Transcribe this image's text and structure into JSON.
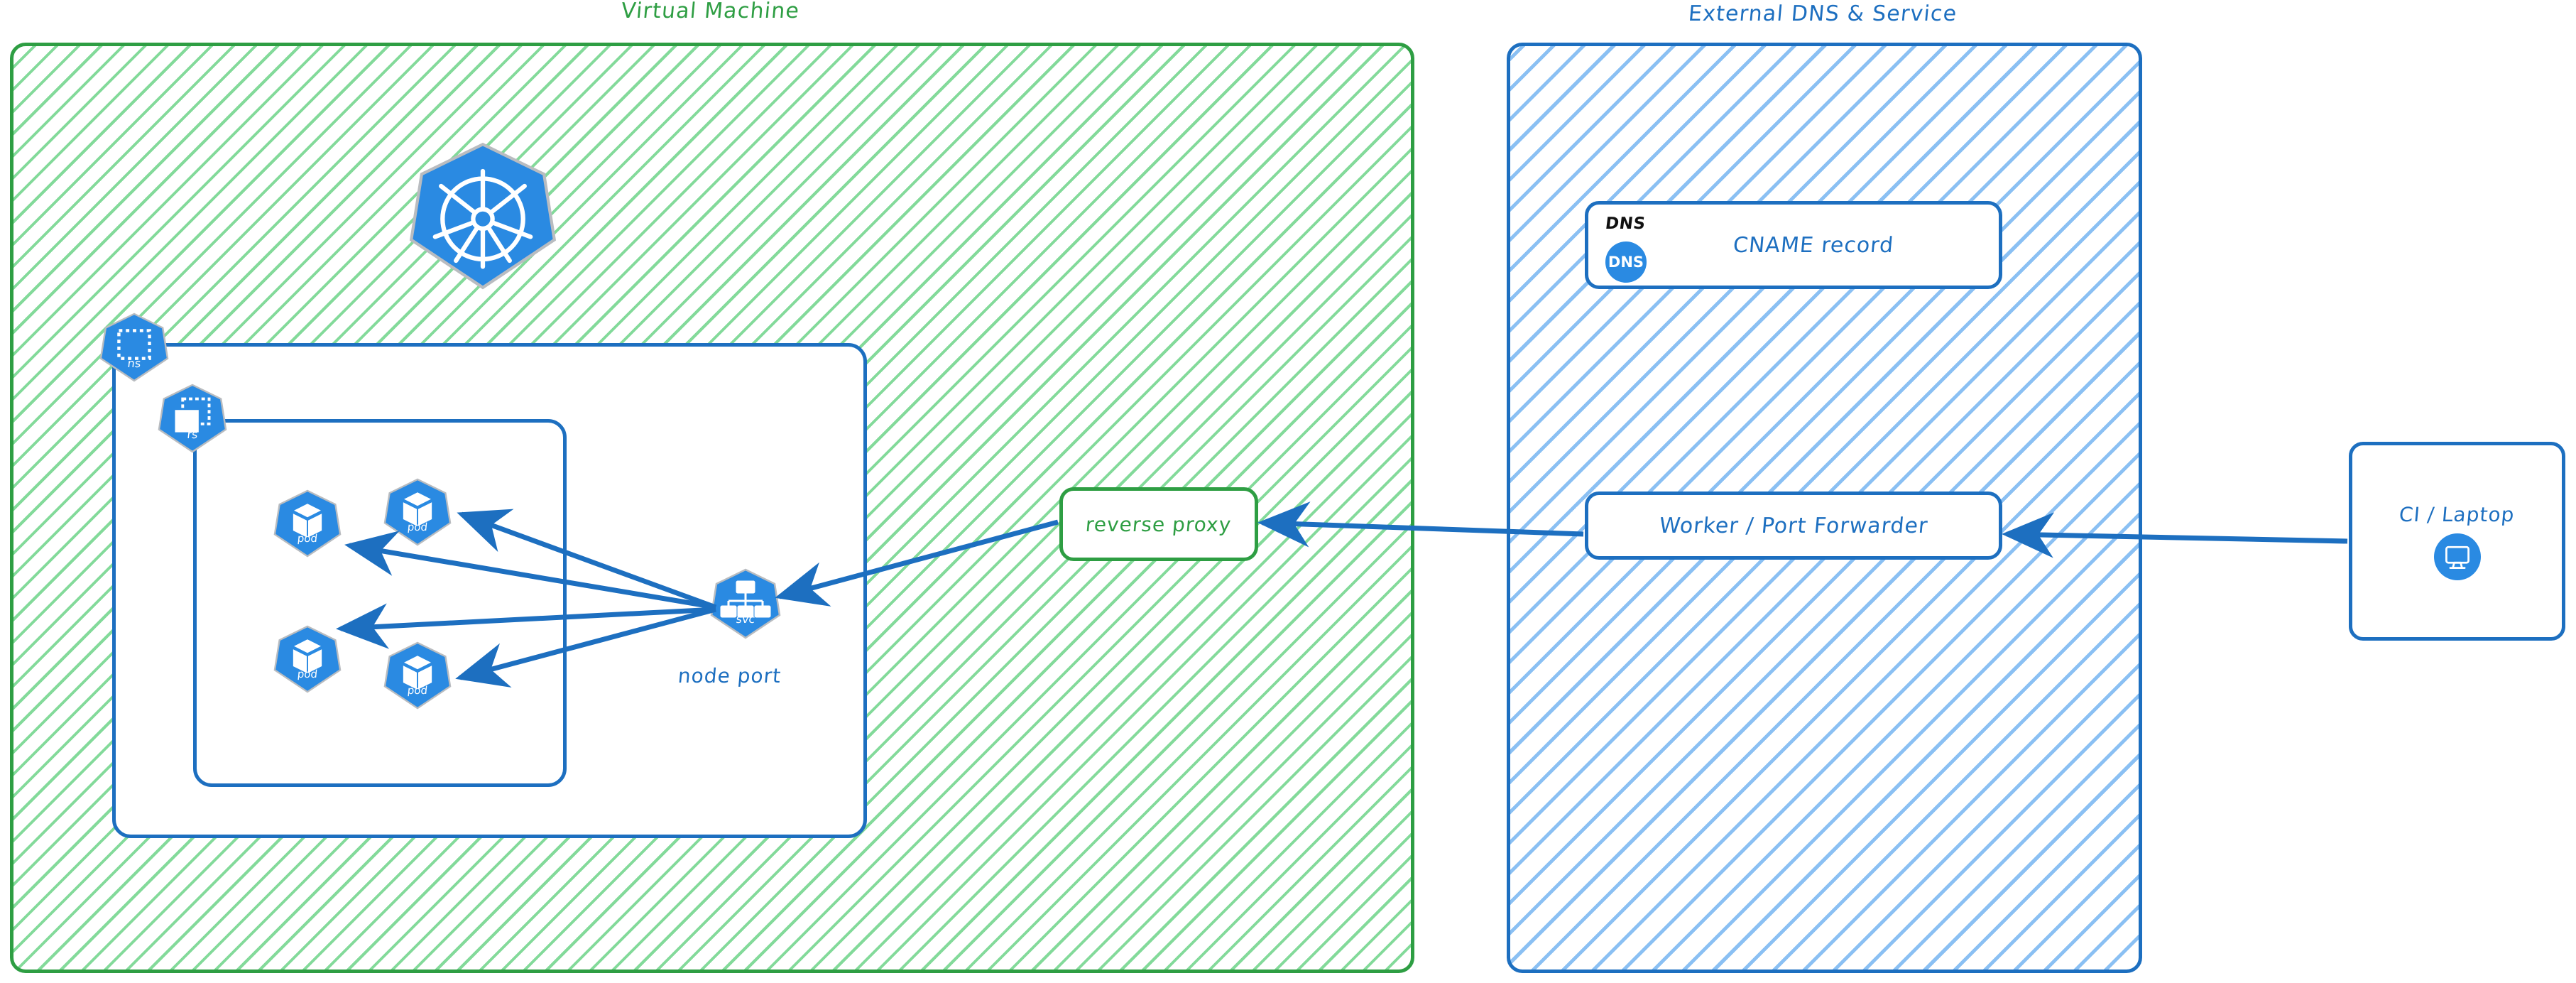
{
  "diagram": {
    "title_hint": "Kubernetes VM exposure via reverse proxy, external DNS and port forwarder",
    "colors": {
      "green": "#2e9e43",
      "green_hatch": "#6dd388",
      "blue": "#1d6fc0",
      "blue_hatch": "#7eb9f2",
      "k8s_blue": "#2a8ae2",
      "black": "#111111"
    }
  },
  "zones": {
    "vm": {
      "title": "Virtual Machine"
    },
    "external": {
      "title": "External DNS & Service"
    }
  },
  "vm": {
    "k8s_logo_name": "kubernetes-logo",
    "namespace": {
      "hex_label": "ns",
      "icon": "namespace-icon"
    },
    "replicaset": {
      "hex_label": "rs",
      "icon": "replicaset-icon"
    },
    "pods": [
      {
        "hex_label": "pod",
        "icon": "pod-icon"
      },
      {
        "hex_label": "pod",
        "icon": "pod-icon"
      },
      {
        "hex_label": "pod",
        "icon": "pod-icon"
      },
      {
        "hex_label": "pod",
        "icon": "pod-icon"
      }
    ],
    "service": {
      "hex_label": "svc",
      "icon": "service-icon",
      "caption": "node port"
    },
    "reverse_proxy": {
      "label": "reverse proxy"
    }
  },
  "external": {
    "dns_box": {
      "corner_tag": "DNS",
      "badge_text": "DNS",
      "label": "CNAME record"
    },
    "worker_box": {
      "label": "Worker / Port Forwarder"
    }
  },
  "client": {
    "box": {
      "label": "CI / Laptop",
      "icon": "desktop-monitor-icon"
    }
  },
  "edges": [
    {
      "from": "svc",
      "to": "pod-1",
      "name": "edge-svc-pod-1"
    },
    {
      "from": "svc",
      "to": "pod-2",
      "name": "edge-svc-pod-2"
    },
    {
      "from": "svc",
      "to": "pod-3",
      "name": "edge-svc-pod-3"
    },
    {
      "from": "svc",
      "to": "pod-4",
      "name": "edge-svc-pod-4"
    },
    {
      "from": "reverse-proxy",
      "to": "svc",
      "name": "edge-proxy-svc"
    },
    {
      "from": "worker-port-forwarder",
      "to": "reverse-proxy",
      "name": "edge-worker-proxy"
    },
    {
      "from": "ci-laptop",
      "to": "worker-port-forwarder",
      "name": "edge-client-worker"
    }
  ]
}
